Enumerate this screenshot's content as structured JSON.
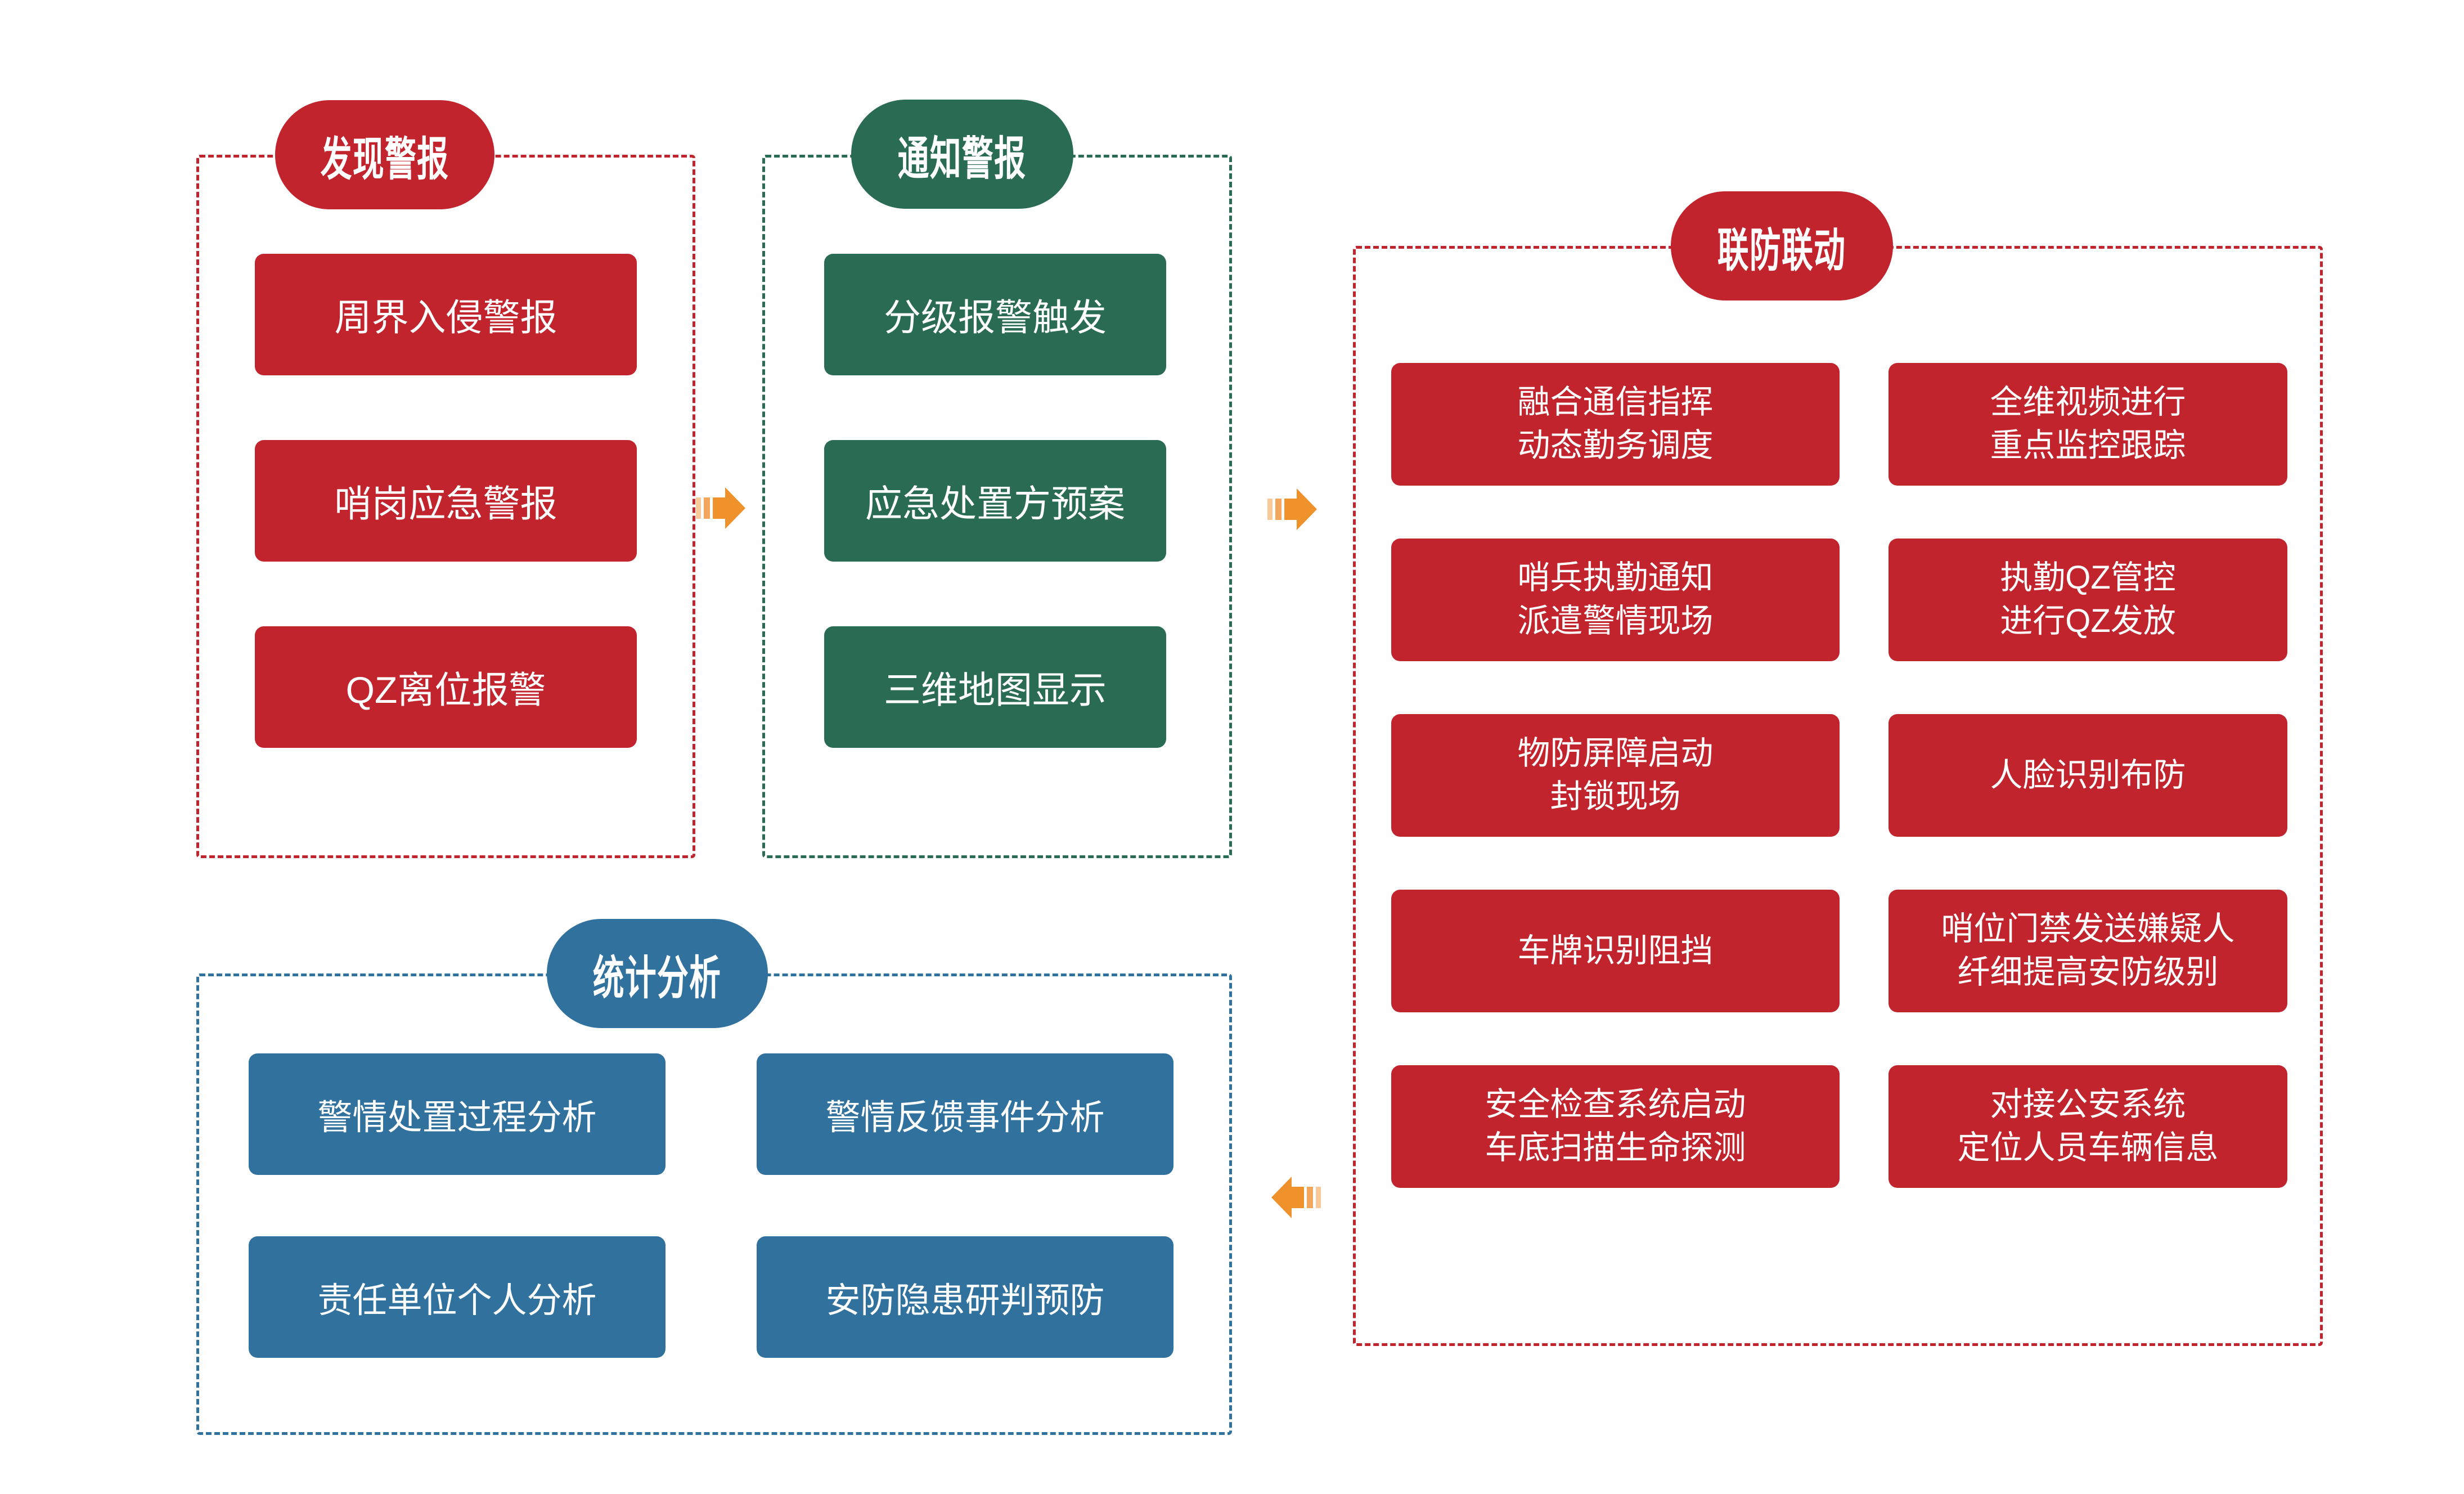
{
  "colors": {
    "red": "#C2242E",
    "green": "#2A6B54",
    "blue": "#31719E",
    "orange": "#F0922B",
    "orange_mid": "#F4A75C",
    "orange_light": "#F9C99A",
    "background": "#FFFFFF",
    "text": "#FFFFFF"
  },
  "sections": {
    "discover": {
      "title": "发现警报",
      "items": [
        "周界入侵警报",
        "哨岗应急警报",
        "QZ离位报警"
      ]
    },
    "notify": {
      "title": "通知警报",
      "items": [
        "分级报警触发",
        "应急处置方预案",
        "三维地图显示"
      ]
    },
    "joint": {
      "title": "联防联动",
      "left_items": [
        "融合通信指挥\n动态勤务调度",
        "哨兵执勤通知\n派遣警情现场",
        "物防屏障启动\n封锁现场",
        "车牌识别阻挡",
        "安全检查系统启动\n车底扫描生命探测"
      ],
      "right_items": [
        "全维视频进行\n重点监控跟踪",
        "执勤QZ管控\n进行QZ发放",
        "人脸识别布防",
        "哨位门禁发送嫌疑人\n纤细提高安防级别",
        "对接公安系统\n定位人员车辆信息"
      ]
    },
    "stats": {
      "title": "统计分析",
      "items": [
        "警情处置过程分析",
        "警情反馈事件分析",
        "责任单位个人分析",
        "安防隐患研判预防"
      ]
    }
  }
}
